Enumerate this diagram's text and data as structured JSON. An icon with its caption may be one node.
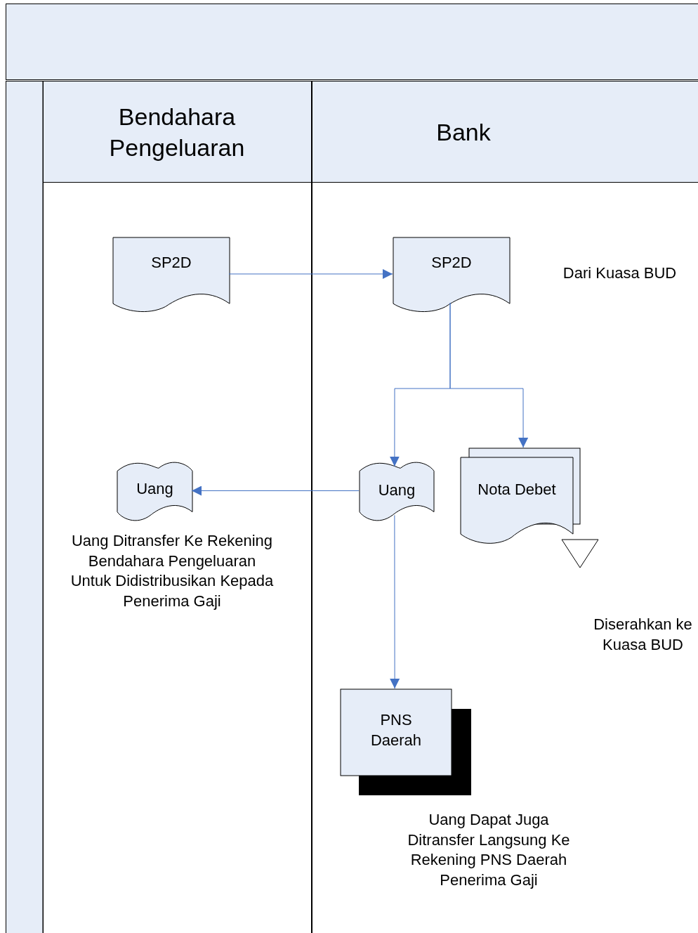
{
  "diagram": {
    "nodes": [
      {
        "text": [
          "Bendahara Pengeluaran"
        ]
      },
      {
        "text": [
          "Bank"
        ]
      },
      {
        "text": [
          "SP2D"
        ],
        "in": 0
      },
      {
        "text": [
          "SP2D"
        ],
        "in": 1
      },
      {
        "text": [
          "Uang"
        ],
        "in": 0,
        "beside": [
          "Uang Ditransfer Ke Rekening Bendahara Pengeluaran Untuk Didistribusikan Kepada Penerima Gaji"
        ]
      },
      {
        "text": [
          "Uang"
        ],
        "in": 1
      },
      {
        "text": [
          "Nota Debet"
        ],
        "in": 1
      },
      {
        "text": [],
        "shape": "triangle",
        "in": 1
      },
      {
        "text": [
          "PNS Daerah"
        ],
        "in": 1,
        "beside": [
          "Uang Dapat Juga Ditransfer Langsung Ke Rekening PNS Daerah Penerima Gaji"
        ]
      }
    ],
    "edges": [
      {
        "from": 2,
        "to": 3,
        "arrow": "to"
      },
      {
        "from": 3,
        "to": 5,
        "arrow": "to"
      },
      {
        "from": 3,
        "to": 6,
        "arrow": "to"
      },
      {
        "from": 5,
        "to": 4,
        "arrow": "to"
      },
      {
        "from": 5,
        "to": 8,
        "arrow": "to"
      }
    ],
    "labels": [
      "Dari Kuasa BUD",
      "Diserahkan ke Kuasa BUD"
    ]
  }
}
